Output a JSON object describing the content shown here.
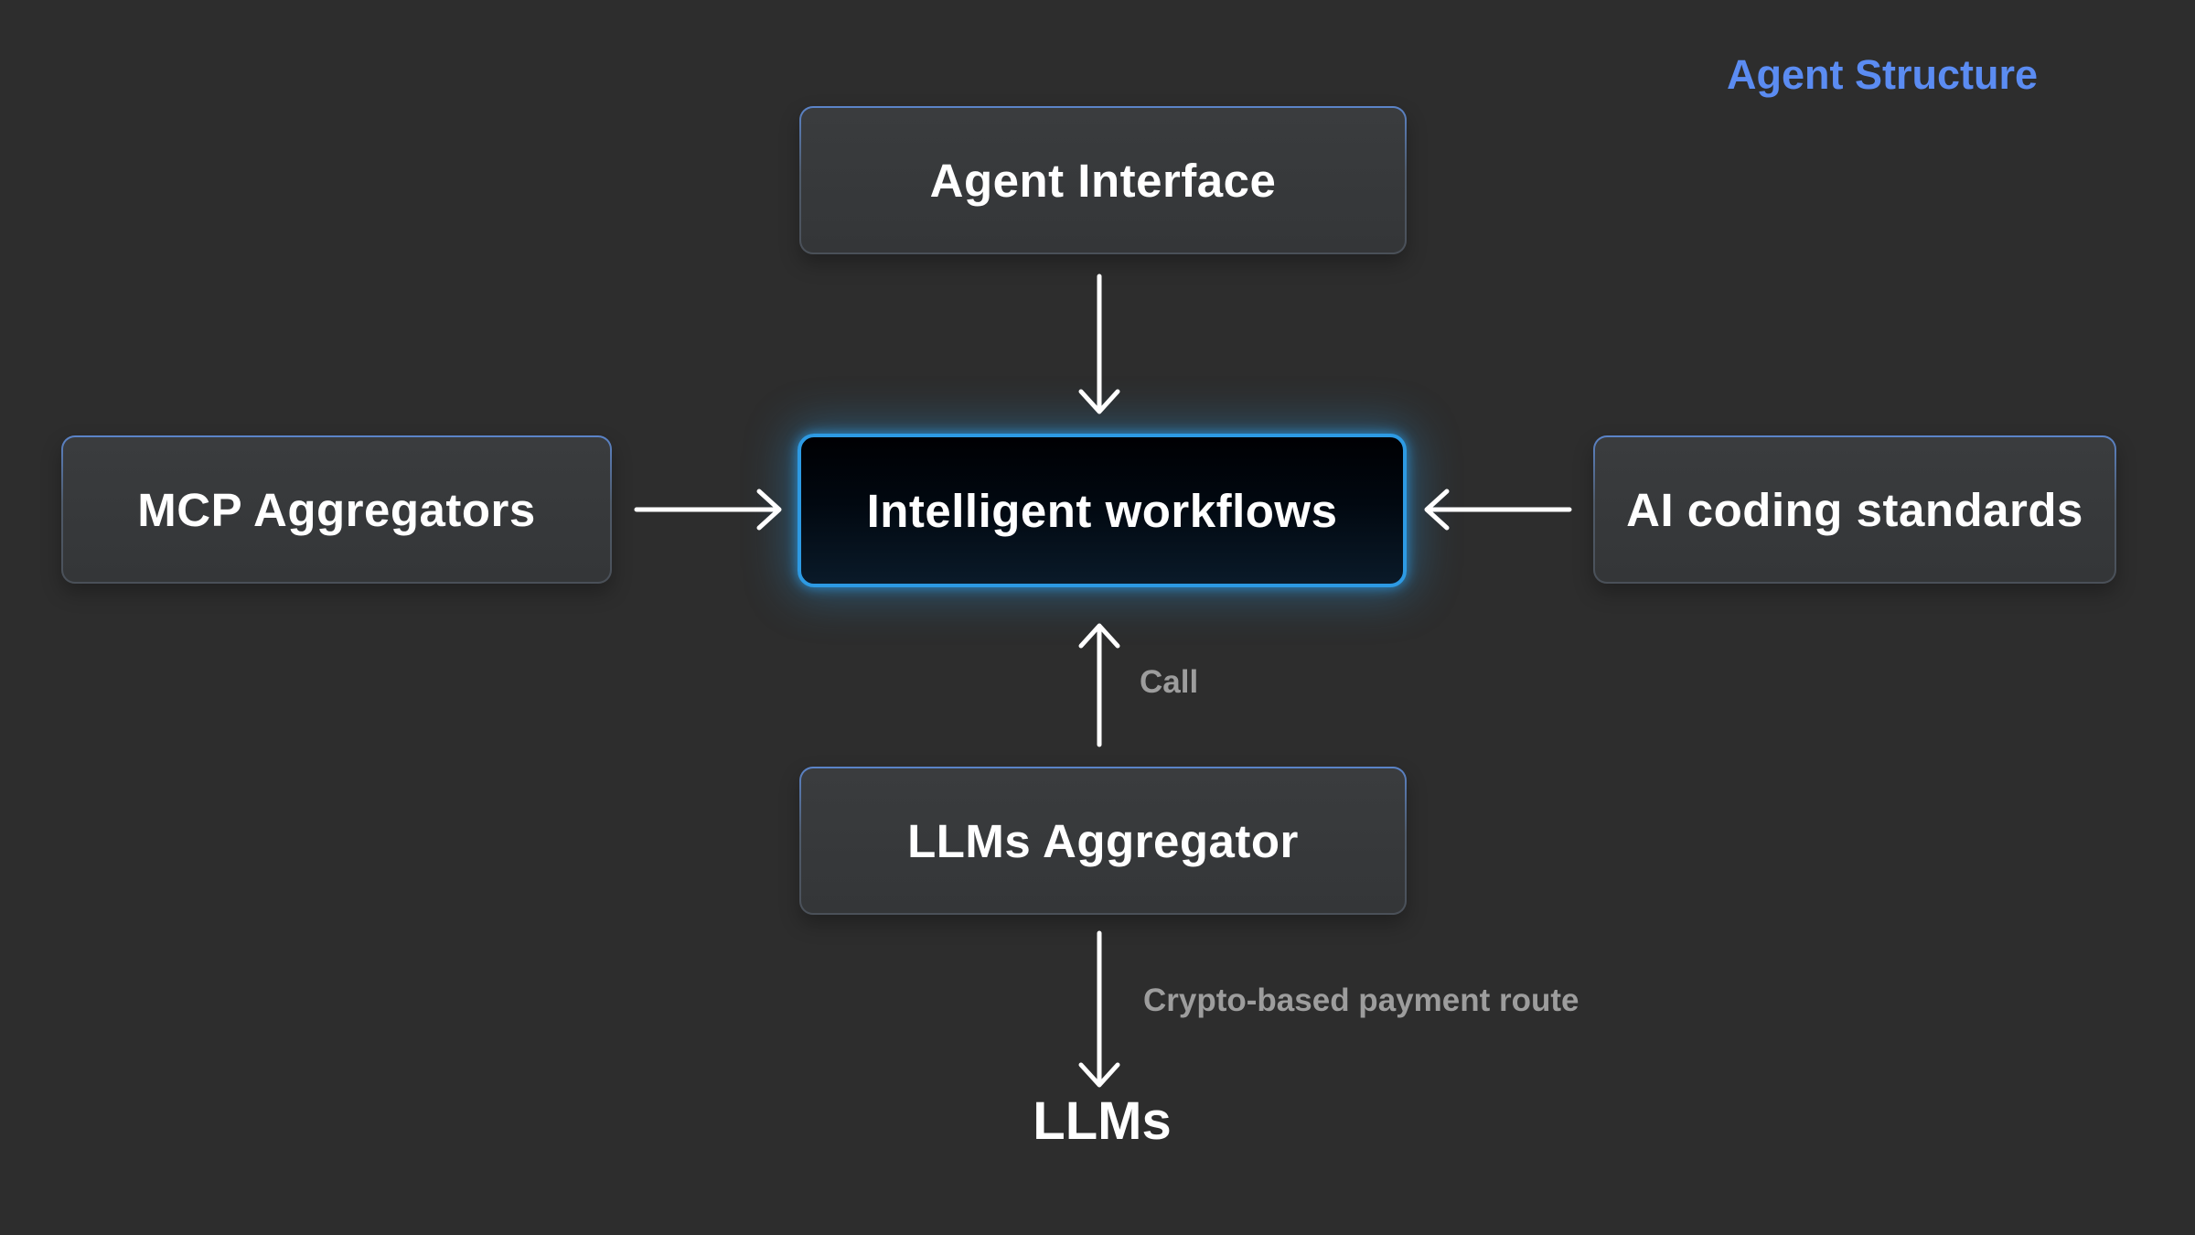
{
  "title": {
    "text": "Agent Structure",
    "color": "#5b8cf2"
  },
  "nodes": {
    "agent_interface": {
      "label": "Agent Interface"
    },
    "mcp_aggregators": {
      "label": "MCP Aggregators"
    },
    "intelligent_workflows": {
      "label": "Intelligent workflows",
      "highlighted": true
    },
    "ai_coding_standards": {
      "label": "AI coding standards"
    },
    "llms_aggregator": {
      "label": "LLMs Aggregator"
    },
    "llms": {
      "label": "LLMs"
    }
  },
  "edges": {
    "agent_interface_to_intelligent_workflows": {
      "from": "Agent Interface",
      "to": "Intelligent workflows",
      "label": "",
      "direction": "down"
    },
    "mcp_aggregators_to_intelligent_workflows": {
      "from": "MCP Aggregators",
      "to": "Intelligent workflows",
      "label": "",
      "direction": "right"
    },
    "ai_coding_standards_to_intelligent_workflows": {
      "from": "AI coding standards",
      "to": "Intelligent workflows",
      "label": "",
      "direction": "left"
    },
    "llms_aggregator_to_intelligent_workflows": {
      "from": "LLMs Aggregator",
      "to": "Intelligent workflows",
      "label": "Call",
      "direction": "up"
    },
    "llms_aggregator_to_llms": {
      "from": "LLMs Aggregator",
      "to": "LLMs",
      "label": "Crypto-based payment route",
      "direction": "down"
    }
  },
  "colors": {
    "background": "#2d2d2d",
    "node_fill": "#383a3c",
    "node_border_top": "#5b84c9",
    "highlight_border": "#2d9ae3",
    "highlight_fill_bottom": "#0a1a29",
    "arrow": "#ffffff",
    "edge_label": "#9d9d9d",
    "node_text": "#ffffff"
  }
}
